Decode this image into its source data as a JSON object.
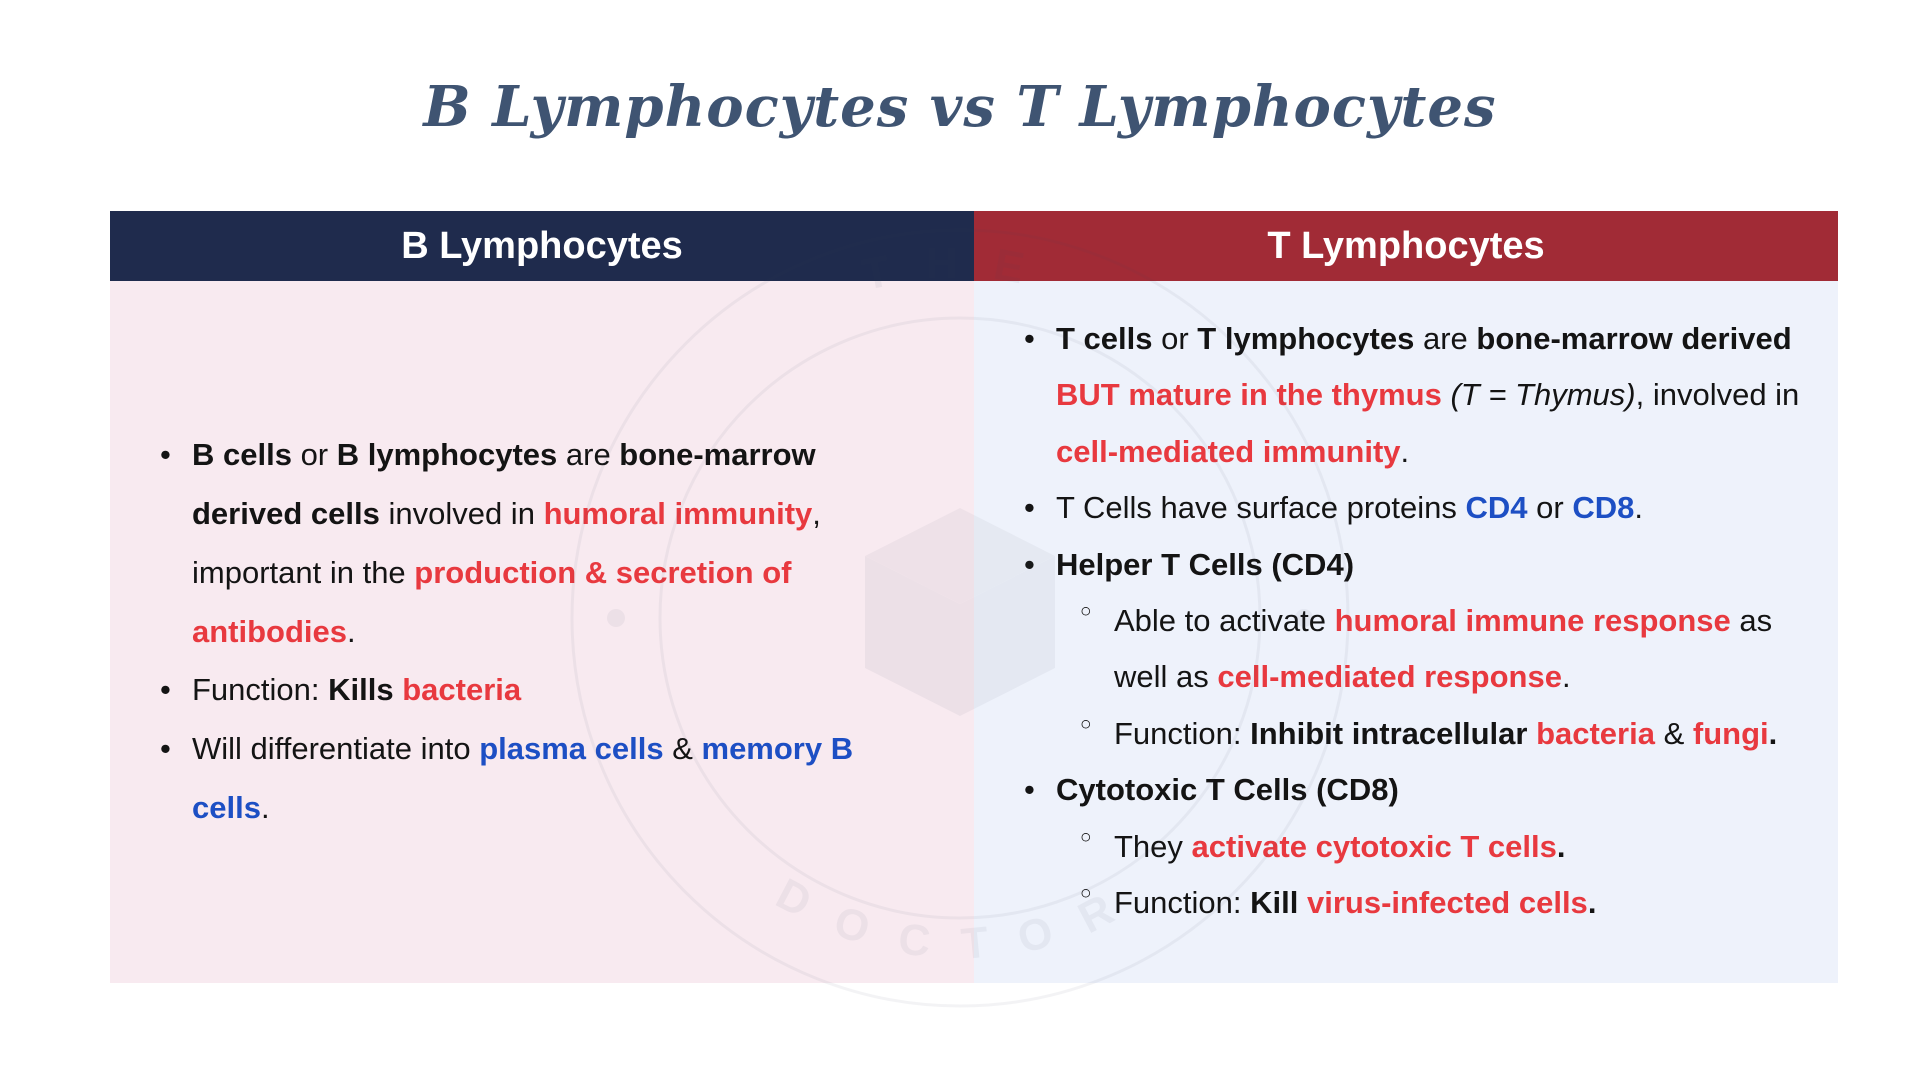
{
  "page": {
    "title": "B Lymphocytes vs T Lymphocytes"
  },
  "colors": {
    "title": "#3f5472",
    "navy_header": "#1f2b4d",
    "maroon_header": "#a12b36",
    "red_text": "#e8393f",
    "blue_text": "#1d4fc4",
    "left_panel_bg": "#f8eaf0",
    "right_panel_bg": "#eef2fb"
  },
  "watermark": {
    "top_text": "THE",
    "bottom_text": "DOCTOR"
  },
  "table": {
    "left": {
      "header": "B Lymphocytes",
      "bullets": [
        {
          "level": 1,
          "segments": [
            {
              "t": "B cells",
              "s": "b"
            },
            {
              "t": " or ",
              "s": "p"
            },
            {
              "t": "B lymphocytes",
              "s": "b"
            },
            {
              "t": " are ",
              "s": "p"
            },
            {
              "t": "bone-marrow derived cells",
              "s": "b"
            },
            {
              "t": " involved in ",
              "s": "p"
            },
            {
              "t": "humoral immunity",
              "s": "r"
            },
            {
              "t": ", important in the ",
              "s": "p"
            },
            {
              "t": "production & secretion of antibodies",
              "s": "r"
            },
            {
              "t": ".",
              "s": "p"
            }
          ]
        },
        {
          "level": 1,
          "segments": [
            {
              "t": "Function: ",
              "s": "p"
            },
            {
              "t": "Kills ",
              "s": "b"
            },
            {
              "t": "bacteria",
              "s": "r"
            }
          ]
        },
        {
          "level": 1,
          "segments": [
            {
              "t": "Will differentiate into ",
              "s": "p"
            },
            {
              "t": "plasma cells",
              "s": "u"
            },
            {
              "t": " & ",
              "s": "p"
            },
            {
              "t": "memory B cells",
              "s": "u"
            },
            {
              "t": ".",
              "s": "p"
            }
          ]
        }
      ]
    },
    "right": {
      "header": "T Lymphocytes",
      "bullets": [
        {
          "level": 1,
          "segments": [
            {
              "t": "T cells",
              "s": "b"
            },
            {
              "t": " or ",
              "s": "p"
            },
            {
              "t": "T lymphocytes",
              "s": "b"
            },
            {
              "t": " are ",
              "s": "p"
            },
            {
              "t": "bone-marrow derived ",
              "s": "b"
            },
            {
              "t": "BUT mature in the thymus",
              "s": "r"
            },
            {
              "t": " (T = Thymus)",
              "s": "i"
            },
            {
              "t": ", involved in ",
              "s": "p"
            },
            {
              "t": "cell-mediated immunity",
              "s": "r"
            },
            {
              "t": ".",
              "s": "p"
            }
          ]
        },
        {
          "level": 1,
          "segments": [
            {
              "t": "T Cells have surface proteins ",
              "s": "p"
            },
            {
              "t": "CD4",
              "s": "u"
            },
            {
              "t": " or ",
              "s": "p"
            },
            {
              "t": "CD8",
              "s": "u"
            },
            {
              "t": ".",
              "s": "p"
            }
          ]
        },
        {
          "level": 1,
          "segments": [
            {
              "t": "Helper T Cells (CD4)",
              "s": "b"
            }
          ]
        },
        {
          "level": 2,
          "segments": [
            {
              "t": "Able to activate ",
              "s": "p"
            },
            {
              "t": "humoral immune response",
              "s": "r"
            },
            {
              "t": " as well as ",
              "s": "p"
            },
            {
              "t": "cell-mediated response",
              "s": "r"
            },
            {
              "t": ".",
              "s": "p"
            }
          ]
        },
        {
          "level": 2,
          "segments": [
            {
              "t": "Function: ",
              "s": "p"
            },
            {
              "t": "Inhibit intracellular ",
              "s": "b"
            },
            {
              "t": "bacteria",
              "s": "r"
            },
            {
              "t": " & ",
              "s": "p"
            },
            {
              "t": "fungi",
              "s": "r"
            },
            {
              "t": ".",
              "s": "b"
            }
          ]
        },
        {
          "level": 1,
          "segments": [
            {
              "t": "Cytotoxic T Cells (CD8)",
              "s": "b"
            }
          ]
        },
        {
          "level": 2,
          "segments": [
            {
              "t": "They ",
              "s": "p"
            },
            {
              "t": "activate cytotoxic T cells",
              "s": "r"
            },
            {
              "t": ".",
              "s": "b"
            }
          ]
        },
        {
          "level": 2,
          "segments": [
            {
              "t": "Function: ",
              "s": "p"
            },
            {
              "t": "Kill ",
              "s": "b"
            },
            {
              "t": "virus-infected cells",
              "s": "r"
            },
            {
              "t": ".",
              "s": "b"
            }
          ]
        }
      ]
    }
  }
}
